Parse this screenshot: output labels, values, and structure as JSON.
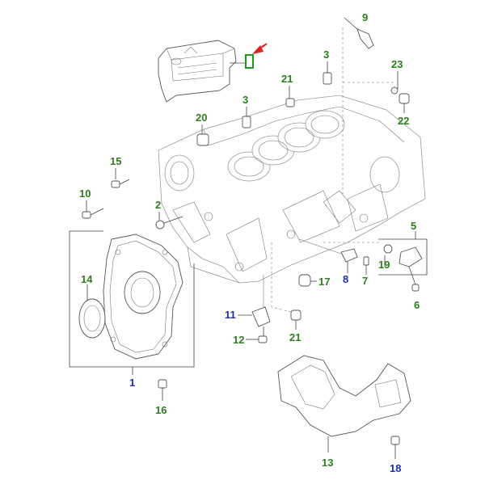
{
  "colors": {
    "green_label": "#2e7d1e",
    "blue_label": "#1f2fb5",
    "arrow": "#e02020",
    "highlight": "#1e9a1e",
    "line": "#444444"
  },
  "labels": [
    {
      "id": "9",
      "text": "9",
      "color": "green"
    },
    {
      "id": "3a",
      "text": "3",
      "color": "green"
    },
    {
      "id": "23",
      "text": "23",
      "color": "green"
    },
    {
      "id": "21a",
      "text": "21",
      "color": "green"
    },
    {
      "id": "22",
      "text": "22",
      "color": "green"
    },
    {
      "id": "3b",
      "text": "3",
      "color": "green"
    },
    {
      "id": "20",
      "text": "20",
      "color": "green"
    },
    {
      "id": "15",
      "text": "15",
      "color": "green"
    },
    {
      "id": "10",
      "text": "10",
      "color": "green"
    },
    {
      "id": "2",
      "text": "2",
      "color": "green"
    },
    {
      "id": "5",
      "text": "5",
      "color": "green"
    },
    {
      "id": "19",
      "text": "19",
      "color": "green"
    },
    {
      "id": "8",
      "text": "8",
      "color": "blue"
    },
    {
      "id": "7",
      "text": "7",
      "color": "green"
    },
    {
      "id": "17",
      "text": "17",
      "color": "green"
    },
    {
      "id": "6",
      "text": "6",
      "color": "green"
    },
    {
      "id": "14",
      "text": "14",
      "color": "green"
    },
    {
      "id": "11",
      "text": "11",
      "color": "blue"
    },
    {
      "id": "21b",
      "text": "21",
      "color": "green"
    },
    {
      "id": "12",
      "text": "12",
      "color": "green"
    },
    {
      "id": "1",
      "text": "1",
      "color": "blue"
    },
    {
      "id": "16",
      "text": "16",
      "color": "green"
    },
    {
      "id": "13",
      "text": "13",
      "color": "green"
    },
    {
      "id": "18",
      "text": "18",
      "color": "blue"
    }
  ]
}
